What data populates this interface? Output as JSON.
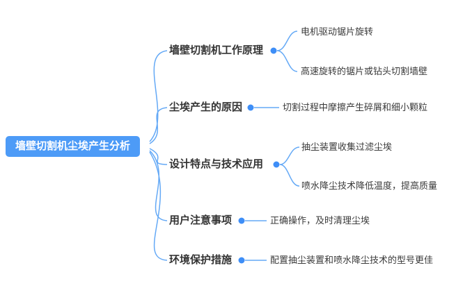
{
  "title": "墙壁切割机尘埃产生分析",
  "colors": {
    "root_bg": "#4d9bf7",
    "root_text": "#ffffff",
    "line": "#64a9f6",
    "dot": "#3e8ef7",
    "text": "#333333"
  },
  "root": {
    "label": "墙壁切割机尘埃产生分析"
  },
  "branches": [
    {
      "label": "墙壁切割机工作原理",
      "children": [
        {
          "label": "电机驱动锯片旋转"
        },
        {
          "label": "高速旋转的锯片或钻头切割墙壁"
        }
      ]
    },
    {
      "label": "尘埃产生的原因",
      "children": [
        {
          "label": "切割过程中摩擦产生碎屑和细小颗粒"
        }
      ]
    },
    {
      "label": "设计特点与技术应用",
      "children": [
        {
          "label": "抽尘装置收集过滤尘埃"
        },
        {
          "label": "喷水降尘技术降低温度，提高质量"
        }
      ]
    },
    {
      "label": "用户注意事项",
      "children": [
        {
          "label": "正确操作，及时清理尘埃"
        }
      ]
    },
    {
      "label": "环境保护措施",
      "children": [
        {
          "label": "配置抽尘装置和喷水降尘技术的型号更佳"
        }
      ]
    }
  ]
}
